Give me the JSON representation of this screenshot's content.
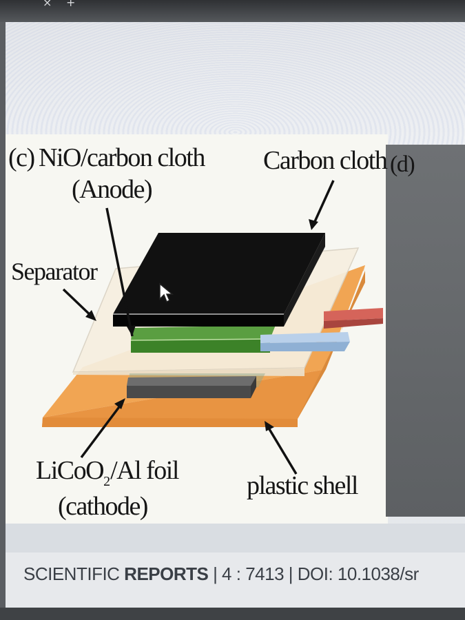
{
  "figure": {
    "panel_c_label": "(c)",
    "anode_label_line1": "NiO/carbon cloth",
    "anode_label_line2": "(Anode)",
    "carbon_cloth_label": "Carbon cloth",
    "panel_d_label": "(d)",
    "separator_label": "Separator",
    "cathode_label_main": "LiCoO",
    "cathode_label_sub": "2",
    "cathode_label_rest": "/Al foil",
    "cathode_label_line2": "(cathode)",
    "shell_label": "plastic shell"
  },
  "footer": {
    "journal_light": "SCIENTIFIC ",
    "journal_bold": "REPORTS",
    "citation": " | 4 : 7413 | DOI: 10.1038/sr"
  },
  "colors": {
    "plastic_shell": "#f0a050",
    "separator": "#f4ecdc",
    "anode_green": "#3f8a2c",
    "carbon_cloth": "#0b0b0b",
    "cathode_grey": "#555555",
    "tab_red": "#c9574e",
    "tab_blue": "#a9c4e4"
  }
}
